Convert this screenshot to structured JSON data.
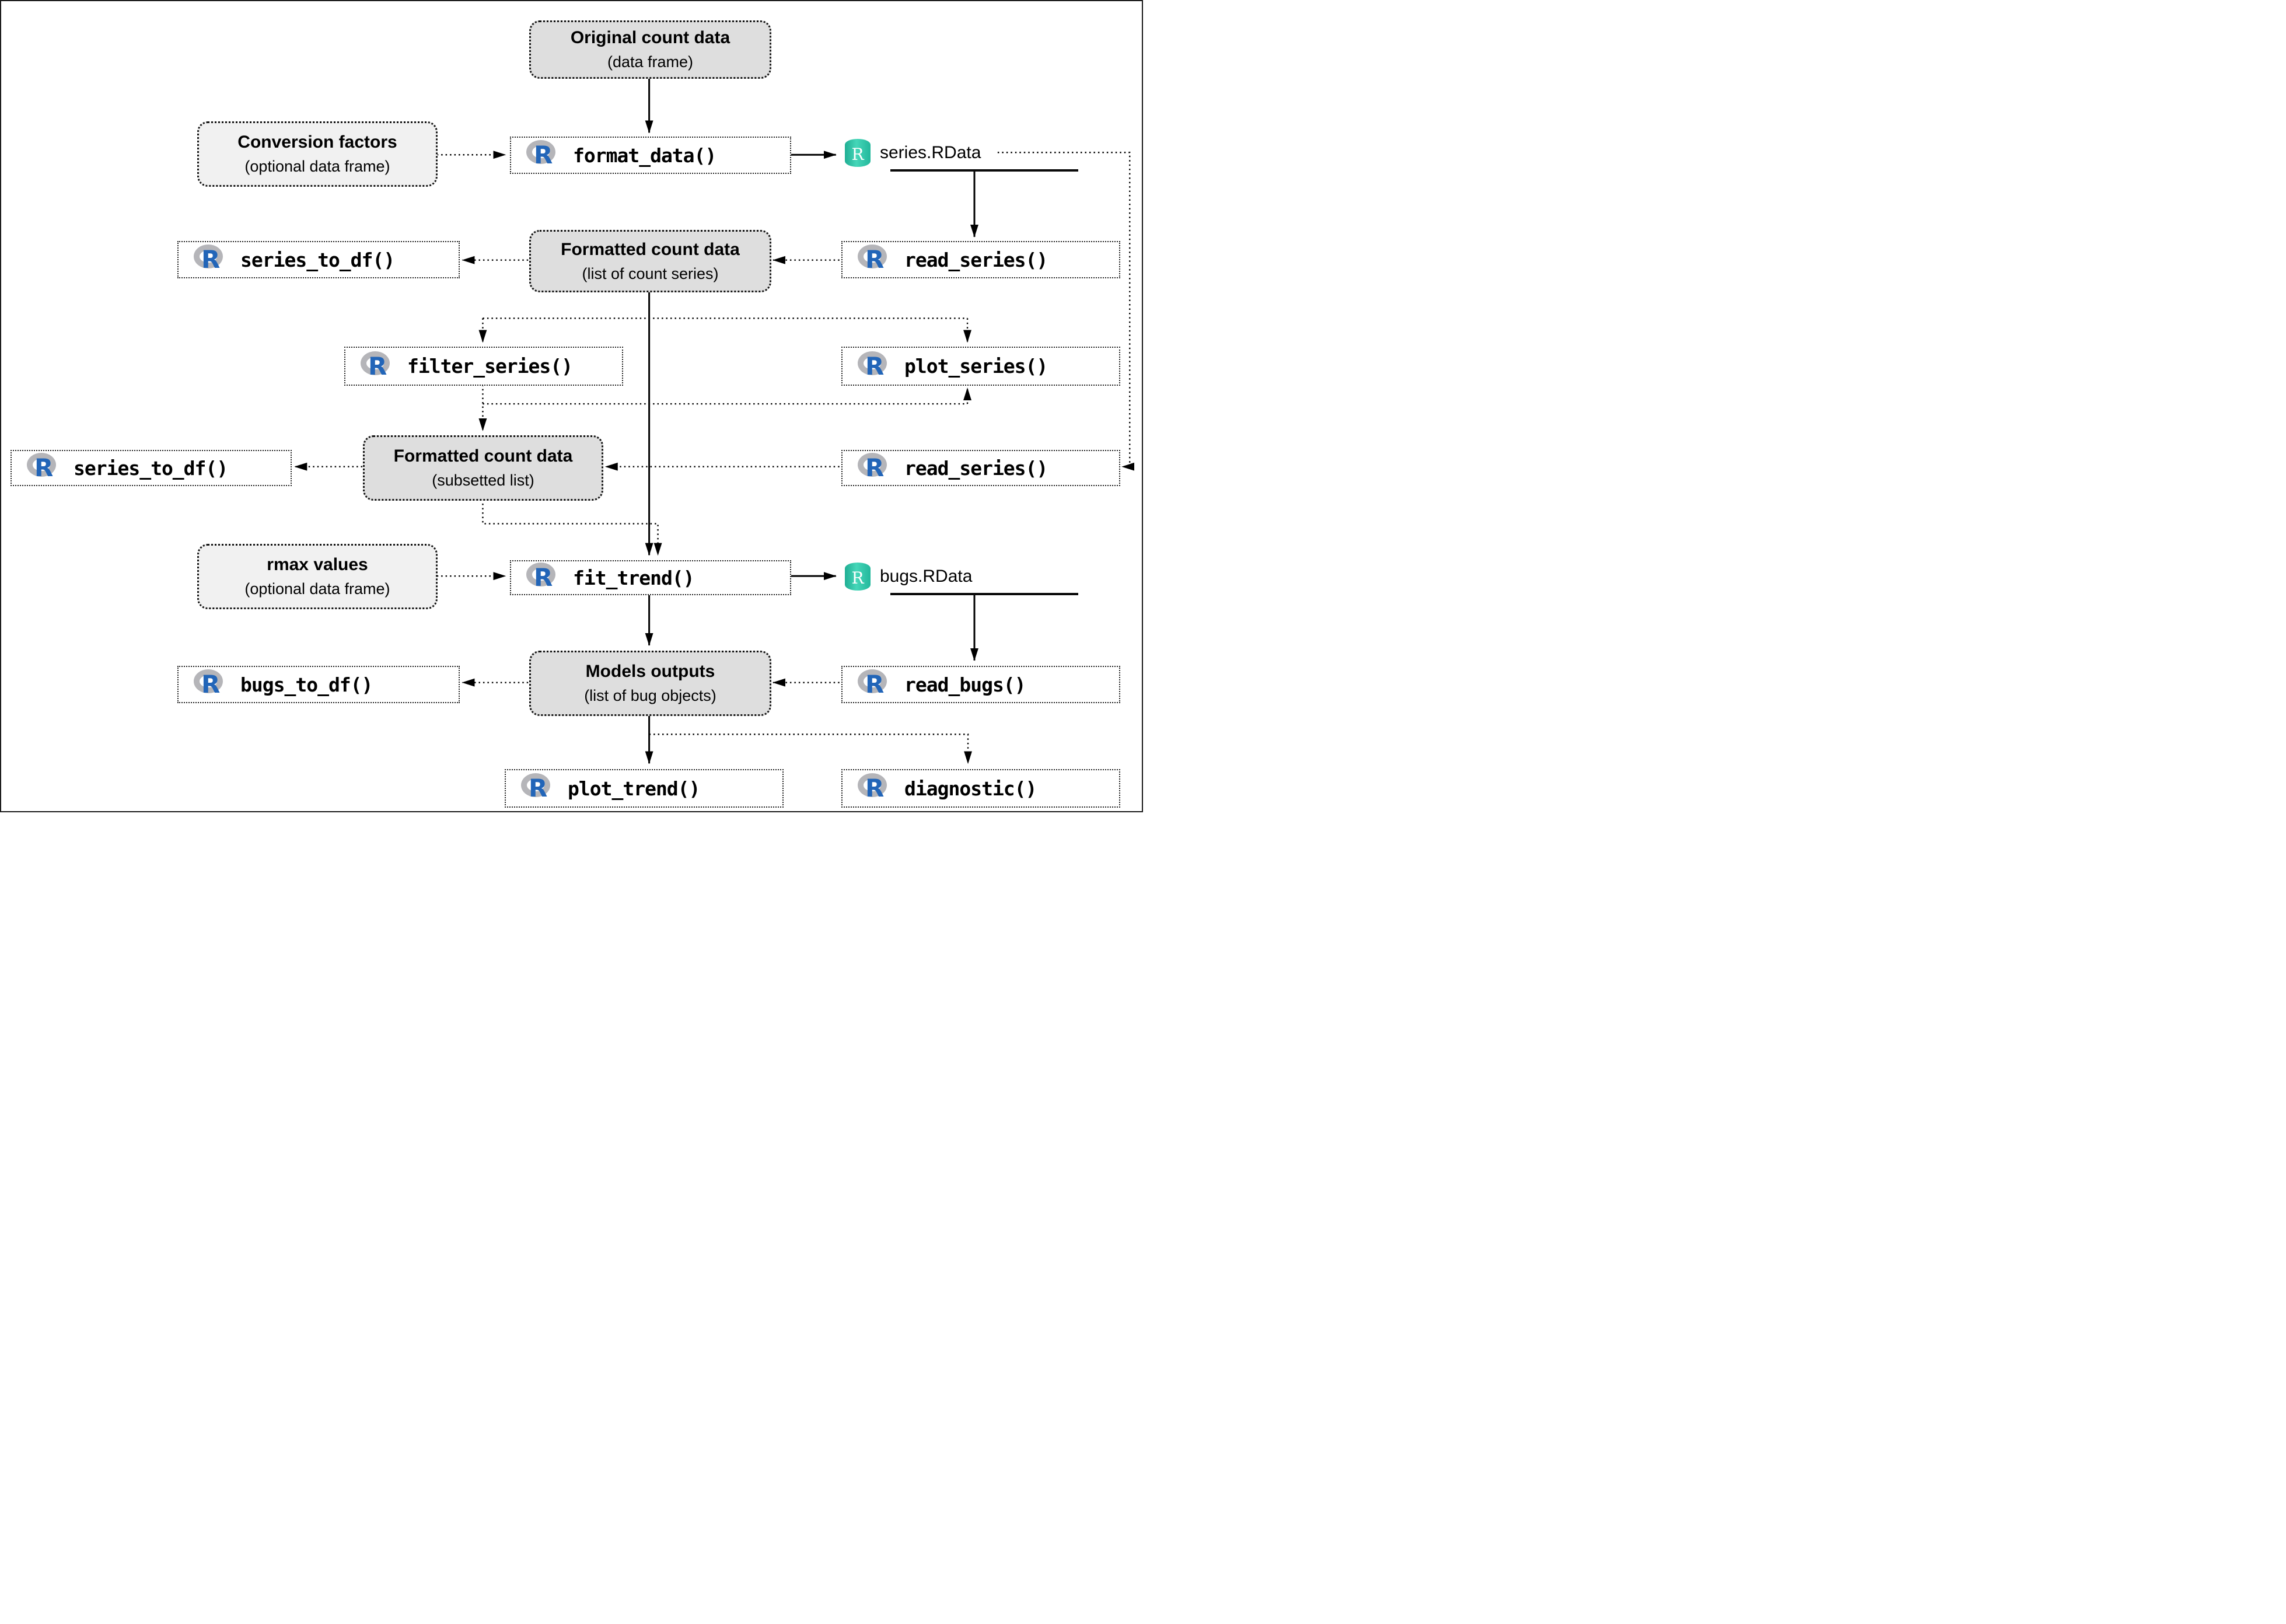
{
  "colors": {
    "data_box_fill": "#dedede",
    "optional_box_fill": "#f1f1f1",
    "function_box_fill": "#ffffff",
    "line_color": "#000000",
    "r_logo_blue": "#2265b8",
    "r_logo_ring_gray": "#b5b5b9",
    "rdata_cylinder_teal": "#2abda0"
  },
  "icons": {
    "r_logo_letter": "R",
    "rdata_letter": "R"
  },
  "nodes": {
    "original_count_data": {
      "title": "Original count data",
      "subtitle": "(data frame)"
    },
    "conversion_factors": {
      "title": "Conversion factors",
      "subtitle": "(optional data frame)"
    },
    "format_data": {
      "label": "format_data()"
    },
    "series_rdata": {
      "label": "series.RData"
    },
    "series_to_df_1": {
      "label": "series_to_df()"
    },
    "formatted_count_data": {
      "title": "Formatted count data",
      "subtitle": "(list of count series)"
    },
    "read_series_1": {
      "label": "read_series()"
    },
    "filter_series": {
      "label": "filter_series()"
    },
    "plot_series": {
      "label": "plot_series()"
    },
    "series_to_df_2": {
      "label": "series_to_df()"
    },
    "formatted_subset": {
      "title": "Formatted count data",
      "subtitle": "(subsetted list)"
    },
    "read_series_2": {
      "label": "read_series()"
    },
    "rmax_values": {
      "title": "rmax values",
      "subtitle": "(optional data frame)"
    },
    "fit_trend": {
      "label": "fit_trend()"
    },
    "bugs_rdata": {
      "label": "bugs.RData"
    },
    "bugs_to_df": {
      "label": "bugs_to_df()"
    },
    "models_outputs": {
      "title": "Models outputs",
      "subtitle": "(list of bug objects)"
    },
    "read_bugs": {
      "label": "read_bugs()"
    },
    "plot_trend": {
      "label": "plot_trend()"
    },
    "diagnostic": {
      "label": "diagnostic()"
    }
  }
}
